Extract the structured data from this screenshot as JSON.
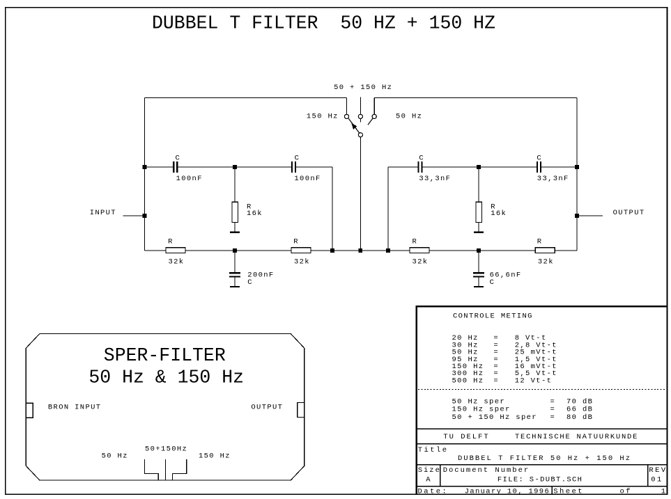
{
  "sheet": {
    "banner_title": "DUBBEL T FILTER  50 HZ + 150 HZ",
    "background_color": "#ffffff",
    "ink_color": "#000000"
  },
  "circuit": {
    "input_label": "INPUT",
    "output_label": "OUTPUT",
    "switch": {
      "common_label": "50 + 150 Hz",
      "left_label": "150 Hz",
      "right_label": "50 Hz"
    },
    "left_filter": {
      "c1": {
        "ref": "C",
        "value": "100nF"
      },
      "c2": {
        "ref": "C",
        "value": "100nF"
      },
      "r_mid": {
        "ref": "R",
        "value": "16k"
      },
      "r1": {
        "ref": "R",
        "value": "32k"
      },
      "r2": {
        "ref": "R",
        "value": "32k"
      },
      "c_shunt": {
        "ref": "C",
        "value": "200nF"
      }
    },
    "right_filter": {
      "c1": {
        "ref": "C",
        "value": "33,3nF"
      },
      "c2": {
        "ref": "C",
        "value": "33,3nF"
      },
      "r_mid": {
        "ref": "R",
        "value": "16k"
      },
      "r1": {
        "ref": "R",
        "value": "32k"
      },
      "r2": {
        "ref": "R",
        "value": "32k"
      },
      "c_shunt": {
        "ref": "C",
        "value": "66,6nF"
      }
    }
  },
  "sper_filter_box": {
    "name": "SPER-FILTER",
    "subtitle": "50 Hz & 150 Hz",
    "left_port": "BRON INPUT",
    "right_port": "OUTPUT",
    "terminal_left": "50 Hz",
    "terminal_mid": "50+150Hz",
    "terminal_right": "150 Hz"
  },
  "title_block": {
    "notes": {
      "heading": "CONTROLE METING",
      "equals": "=",
      "measurements": [
        {
          "freq": "20 Hz",
          "value": "8 Vt-t"
        },
        {
          "freq": "30 Hz",
          "value": "2,8 Vt-t"
        },
        {
          "freq": "50 Hz",
          "value": "25 mVt-t"
        },
        {
          "freq": "95 Hz",
          "value": "1,5 Vt-t"
        },
        {
          "freq": "150 Hz",
          "value": "16 mVt-t"
        },
        {
          "freq": "300 Hz",
          "value": "5,5 Vt-t"
        },
        {
          "freq": "500 Hz",
          "value": "12 Vt-t"
        }
      ],
      "attenuation": [
        {
          "label": "50 Hz sper",
          "value": "70 dB"
        },
        {
          "label": "150 Hz sper",
          "value": "66 dB"
        },
        {
          "label": "50 + 150 Hz sper",
          "value": "80 dB"
        }
      ]
    },
    "organization": "TU DELFT",
    "faculty": "TECHNISCHE NATUURKUNDE",
    "title_label": "Title",
    "title": "DUBBEL T FILTER 50 Hz + 150 Hz",
    "size_label": "Size",
    "size": "A",
    "document_label": "Document Number",
    "document": "FILE: S-DUBT.SCH",
    "rev_label": "REV",
    "rev": "01",
    "date_label": "Date:",
    "date": "January 10, 1996",
    "sheet_label": "Sheet",
    "of_label": "of",
    "sheet_number": "1"
  }
}
